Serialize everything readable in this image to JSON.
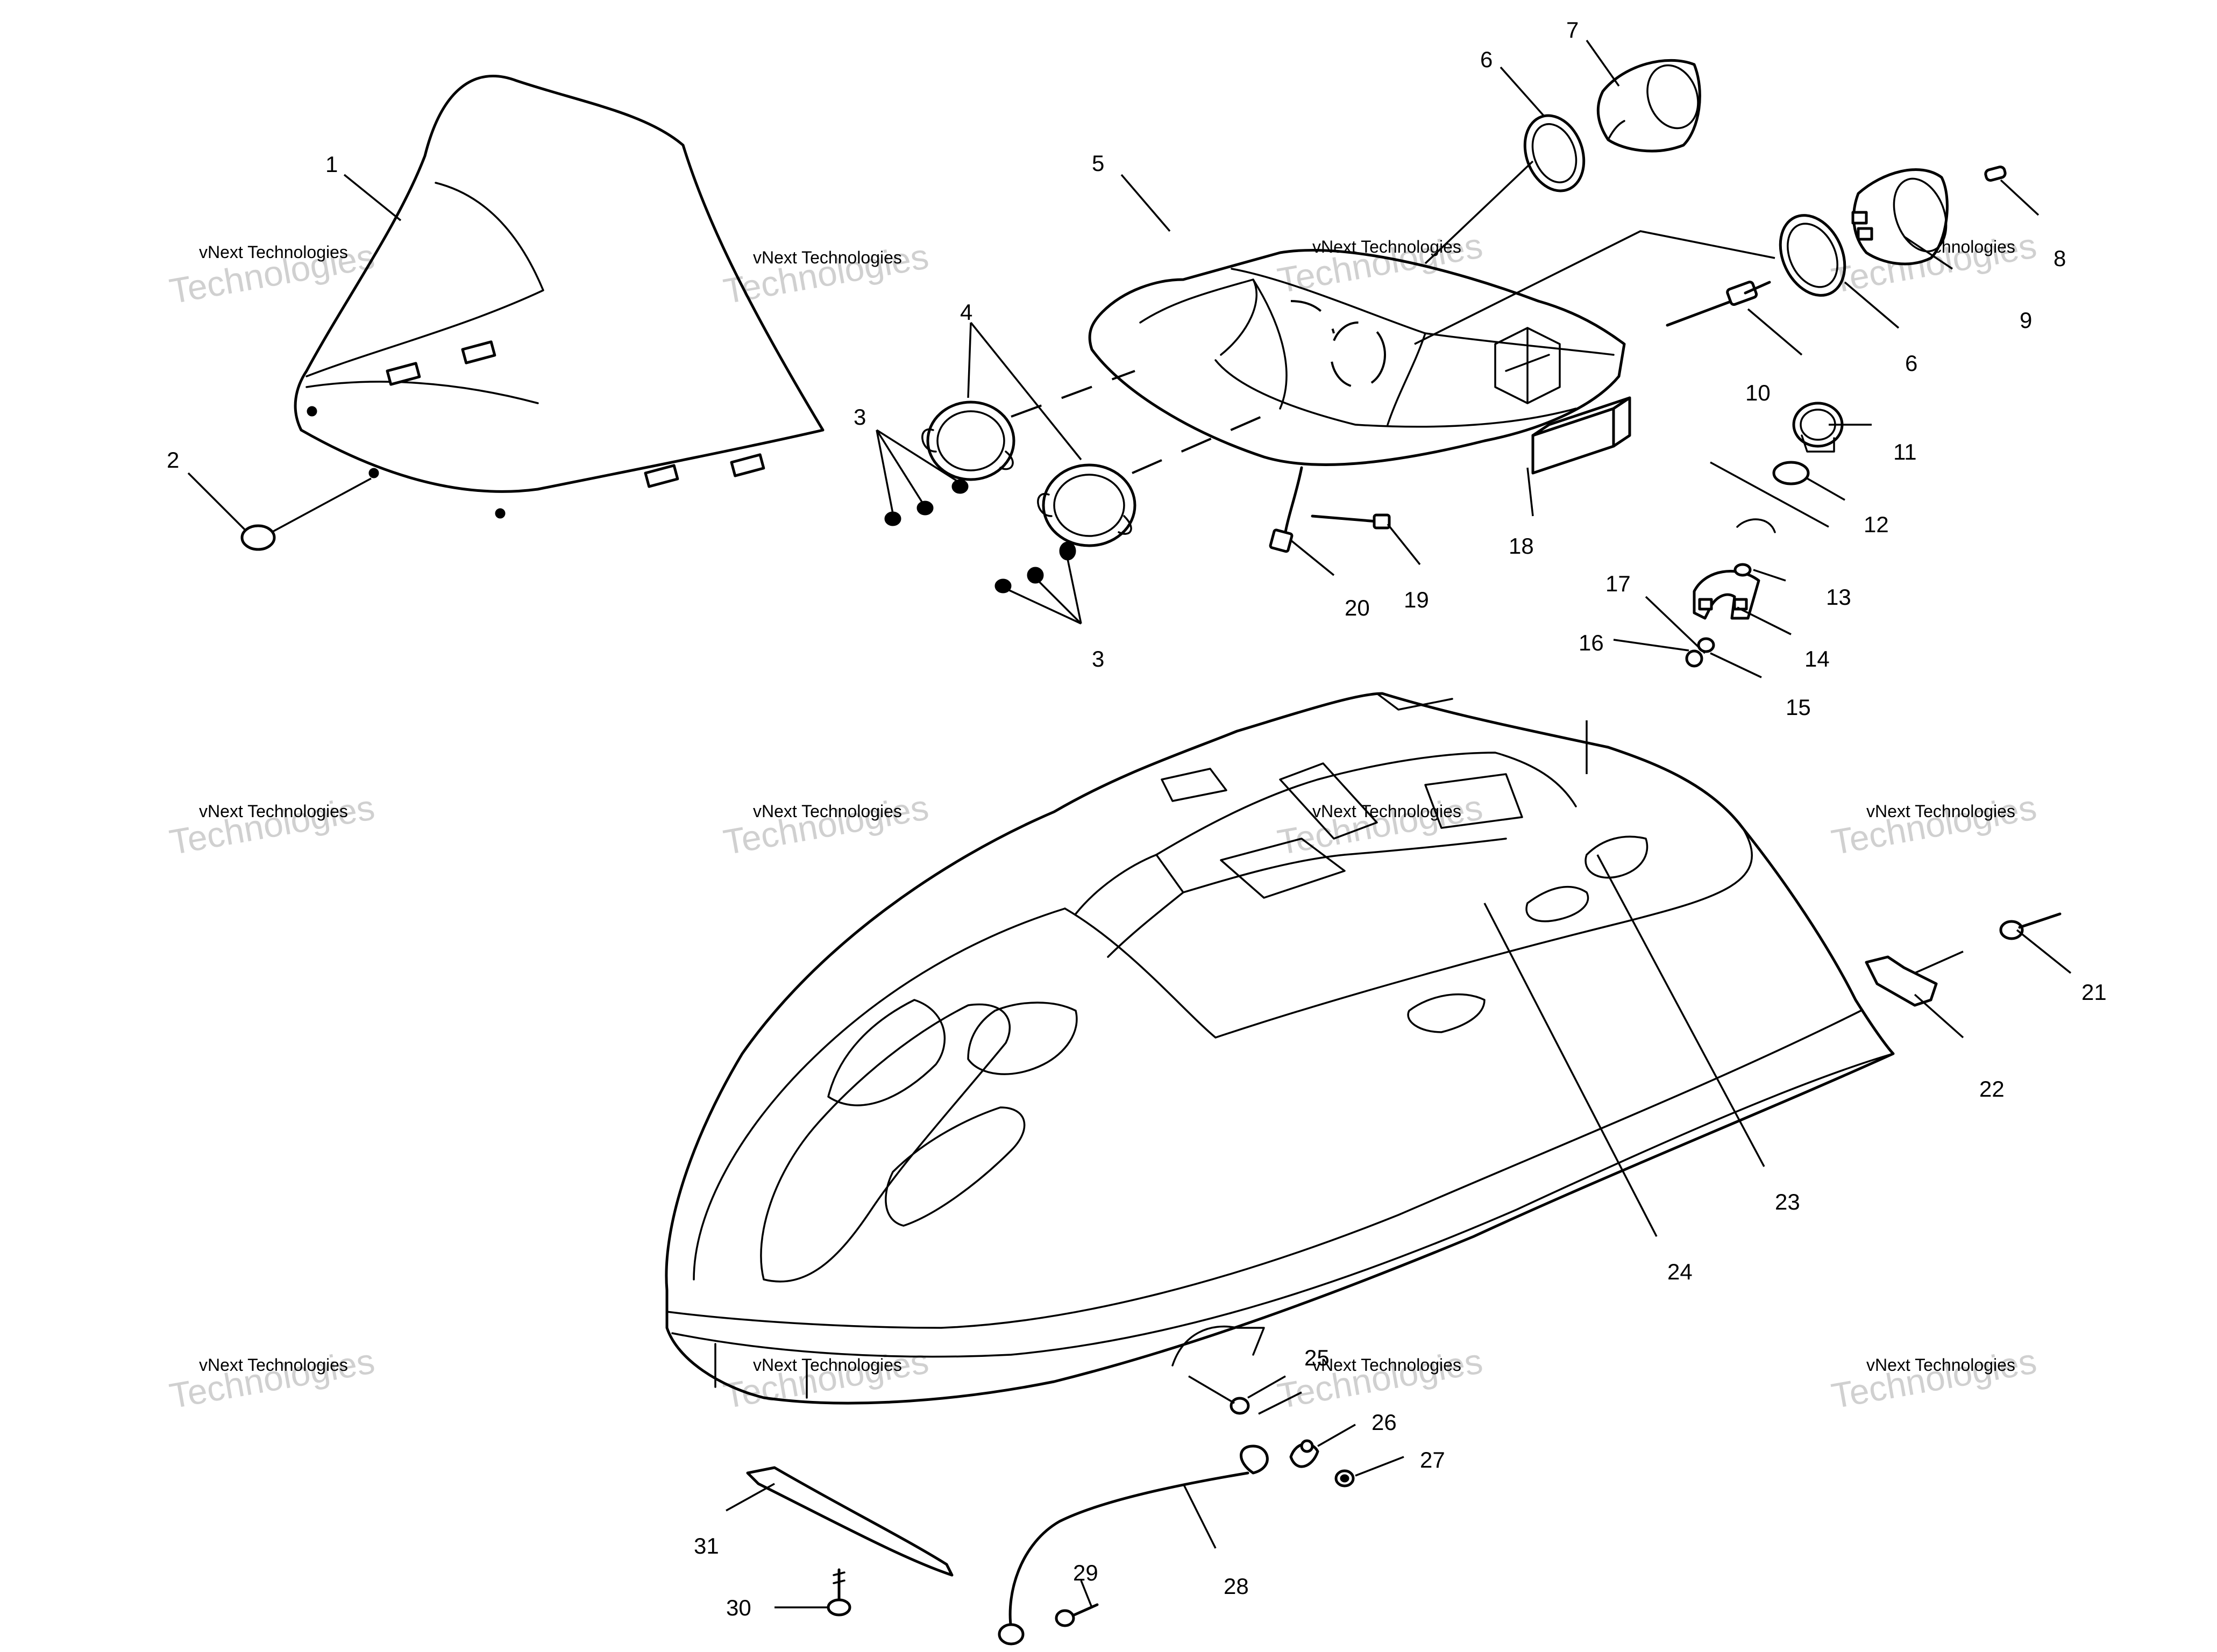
{
  "diagram": {
    "callouts": [
      "1",
      "2",
      "3",
      "3",
      "4",
      "5",
      "6",
      "7",
      "6",
      "8",
      "9",
      "10",
      "11",
      "12",
      "13",
      "14",
      "15",
      "16",
      "17",
      "18",
      "19",
      "20",
      "21",
      "22",
      "23",
      "24",
      "25",
      "26",
      "27",
      "28",
      "29",
      "30",
      "31"
    ],
    "watermark": {
      "line1": "vNext Technologies",
      "line2": "Technologies"
    }
  }
}
